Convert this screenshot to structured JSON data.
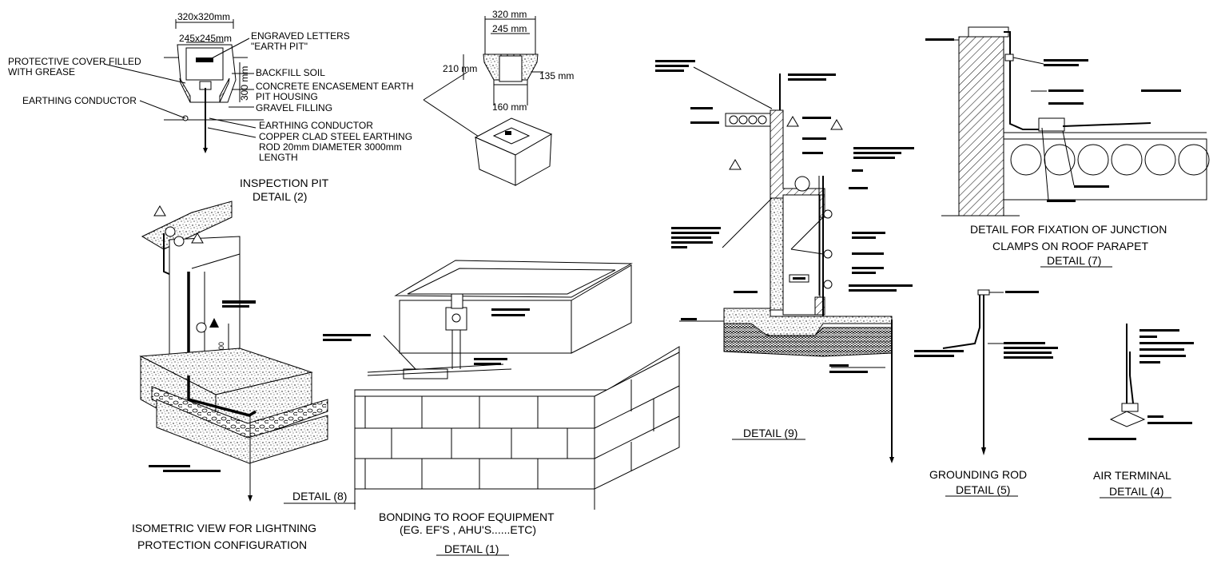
{
  "inspection_pit": {
    "dim_top": "320x320mm",
    "dim_inner": "245x245mm",
    "label_engraved_1": "ENGRAVED LETTERS",
    "label_engraved_2": "\"EARTH PIT\"",
    "label_cover_1": "PROTECTIVE COVER FILLED",
    "label_cover_2": "WITH GREASE",
    "label_backfill": "BACKFILL SOIL",
    "dim_depth": "300 mm",
    "label_concrete_1": "CONCRETE ENCASEMENT EARTH",
    "label_concrete_2": "PIT HOUSING",
    "label_gravel": "GRAVEL FILLING",
    "label_conductor_left": "EARTHING CONDUCTOR",
    "label_conductor": "EARTHING CONDUCTOR",
    "label_rod_1": "COPPER CLAD STEEL EARTHING",
    "label_rod_2": "ROD 20mm DIAMETER 3000mm",
    "label_rod_3": "LENGTH",
    "caption_1": "INSPECTION  PIT",
    "caption_2": "DETAIL (2)"
  },
  "pit_section": {
    "dim_top": "320 mm",
    "dim_inner": "245 mm",
    "dim_height": "210 mm",
    "dim_side": "135 mm",
    "dim_bottom": "160 mm"
  },
  "isometric": {
    "dim_1500": "1500",
    "caption_1": "ISOMETRIC VIEW FOR LIGHTNING",
    "caption_2": "PROTECTION CONFIGURATION",
    "detail": "DETAIL (8)"
  },
  "roof_equipment": {
    "caption_1": "BONDING TO ROOF EQUIPMENT",
    "caption_2": "(EG. EF'S , AHU'S......ETC)",
    "detail": "DETAIL (1)"
  },
  "detail_9": {
    "detail": "DETAIL (9)"
  },
  "parapet": {
    "caption_1": "DETAIL FOR FIXATION OF JUNCTION",
    "caption_2": "CLAMPS ON ROOF PARAPET",
    "detail": "DETAIL (7)"
  },
  "grounding_rod": {
    "caption": "GROUNDING ROD",
    "detail": "DETAIL (5)"
  },
  "air_terminal": {
    "caption": "AIR TERMINAL",
    "detail": "DETAIL (4)"
  }
}
